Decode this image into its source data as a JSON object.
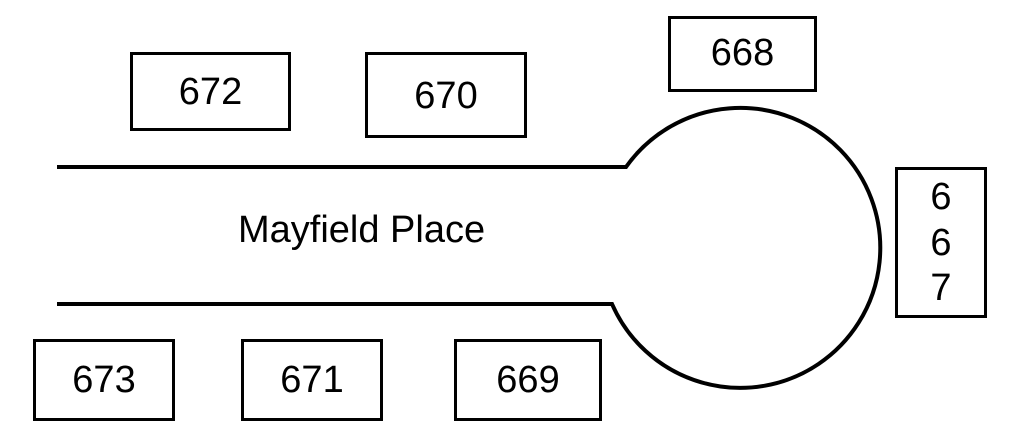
{
  "street": {
    "name": "Mayfield Place"
  },
  "lots_north": [
    {
      "number": "672"
    },
    {
      "number": "670"
    },
    {
      "number": "668"
    }
  ],
  "lots_south": [
    {
      "number": "673"
    },
    {
      "number": "671"
    },
    {
      "number": "669"
    }
  ],
  "lot_east": {
    "digits": [
      "6",
      "6",
      "7"
    ]
  },
  "colors": {
    "line": "#000000",
    "background": "#ffffff"
  }
}
